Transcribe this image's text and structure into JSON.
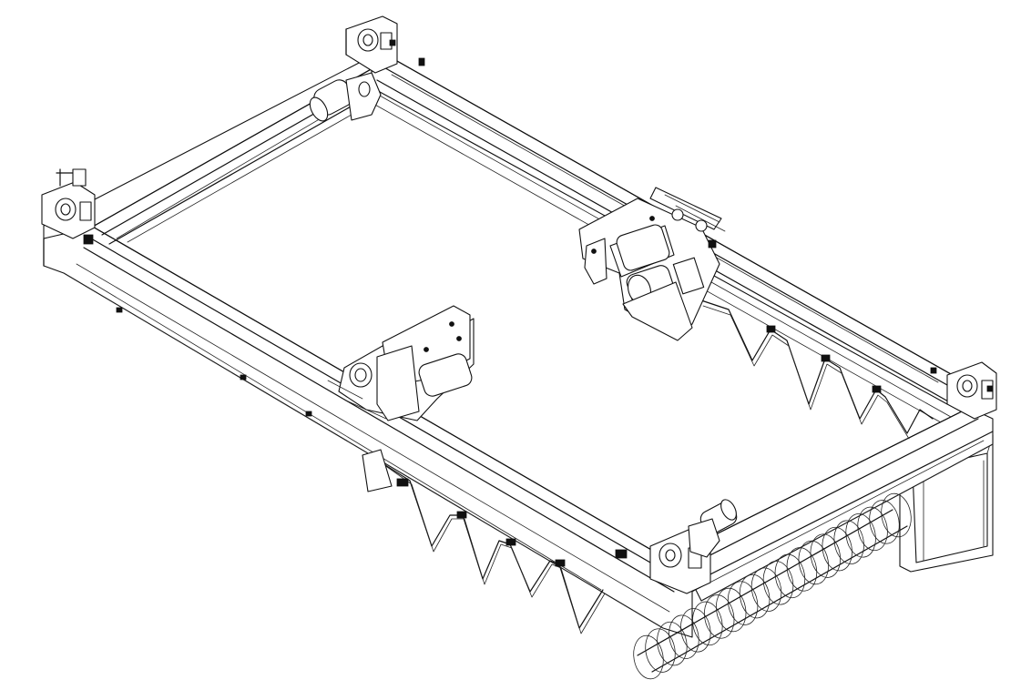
{
  "drawing": {
    "colors": {
      "line": "#111111",
      "background": "#ffffff",
      "shade": "#cfcfcf"
    },
    "assemblies": [
      "rear-end-truck",
      "front-end-truck",
      "left-girder",
      "right-girder",
      "rear-trolley-hoist",
      "front-trolley-hoist",
      "festoon-cable-system",
      "coiled-cable-reel",
      "control-panel"
    ],
    "wheel_units": 6,
    "festoon_loops": 8,
    "cable_coils": 22
  }
}
